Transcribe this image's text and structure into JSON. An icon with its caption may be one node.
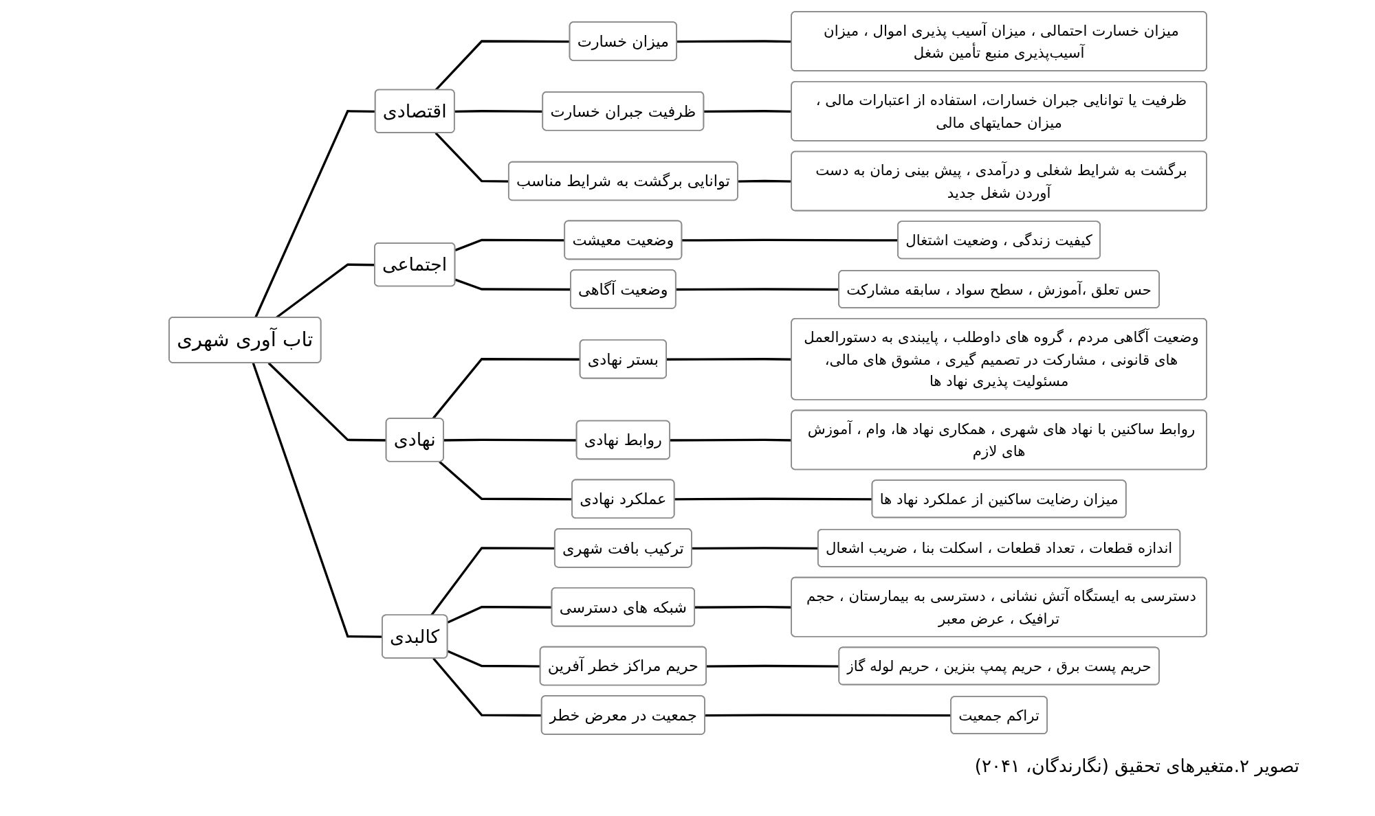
{
  "diagram": {
    "caption": "تصویر ۲.متغیرهای تحقیق (نگارندگان، ۲۰۴۱)",
    "nodes": [
      {
        "text": [
          "تاب آوری شهری"
        ]
      },
      {
        "text": [
          "اقتصادی"
        ]
      },
      {
        "text": [
          "میزان خسارت"
        ]
      },
      {
        "text": [
          "میزان خسارت احتمالی ، میزان آسیب پذیری اموال ، میزان آسیب‌پذیری منبع تأمین شغل"
        ]
      },
      {
        "text": [
          "ظرفیت جبران خسارت"
        ]
      },
      {
        "text": [
          "ظرفیت یا توانایی جبران خسارات، استفاده از اعتبارات مالی ، میزان حمایتهای مالی"
        ]
      },
      {
        "text": [
          "توانایی برگشت به شرایط مناسب"
        ]
      },
      {
        "text": [
          "برگشت به شرایط شغلی و درآمدی ، پیش بینی زمان به دست آوردن شغل جدید"
        ]
      },
      {
        "text": [
          "اجتماعی"
        ]
      },
      {
        "text": [
          "وضعیت معیشت"
        ]
      },
      {
        "text": [
          "کیفیت زندگی ، وضعیت اشتغال"
        ]
      },
      {
        "text": [
          "وضعیت آگاهی"
        ]
      },
      {
        "text": [
          "حس تعلق ،آموزش ، سطح سواد ، سابقه مشارکت"
        ]
      },
      {
        "text": [
          "نهادی"
        ]
      },
      {
        "text": [
          "بستر نهادی"
        ]
      },
      {
        "text": [
          "وضعیت آگاهی مردم ، گروه های داوطلب ، پایبندی به دستورالعمل های قانونی ، مشارکت در تصمیم گیری ، مشوق های مالی، مسئولیت پذیری نهاد ها"
        ]
      },
      {
        "text": [
          "روابط نهادی"
        ]
      },
      {
        "text": [
          "روابط ساکنین با نهاد های شهری ، همکاری نهاد ها، وام ، آموزش های لازم"
        ]
      },
      {
        "text": [
          "عملکرد نهادی"
        ]
      },
      {
        "text": [
          "میزان رضایت ساکنین از عملکرد نهاد ها"
        ]
      },
      {
        "text": [
          "کالبدی"
        ]
      },
      {
        "text": [
          "ترکیب بافت شهری"
        ]
      },
      {
        "text": [
          "اندازه قطعات ، تعداد قطعات ، اسکلت بنا ، ضریب اشعال"
        ]
      },
      {
        "text": [
          "شبکه های دسترسی"
        ]
      },
      {
        "text": [
          "دسترسی به ایستگاه آتش نشانی ، دسترسی به بیمارستان ، حجم ترافیک ، عرض معبر"
        ]
      },
      {
        "text": [
          "حریم مراکز خطر آفرین"
        ]
      },
      {
        "text": [
          "حریم پست برق ، حریم پمپ بنزین ، حریم لوله گاز"
        ]
      },
      {
        "text": [
          "جمعیت در معرض خطر"
        ]
      },
      {
        "text": [
          "تراکم جمعیت"
        ]
      }
    ],
    "edges": [
      {
        "from": 0,
        "to": 1,
        "arrow": "none"
      },
      {
        "from": 0,
        "to": 8,
        "arrow": "none"
      },
      {
        "from": 0,
        "to": 13,
        "arrow": "none"
      },
      {
        "from": 0,
        "to": 20,
        "arrow": "none"
      },
      {
        "from": 1,
        "to": 2,
        "arrow": "none"
      },
      {
        "from": 1,
        "to": 4,
        "arrow": "none"
      },
      {
        "from": 1,
        "to": 6,
        "arrow": "none"
      },
      {
        "from": 2,
        "to": 3,
        "arrow": "none"
      },
      {
        "from": 4,
        "to": 5,
        "arrow": "none"
      },
      {
        "from": 6,
        "to": 7,
        "arrow": "none"
      },
      {
        "from": 8,
        "to": 9,
        "arrow": "none"
      },
      {
        "from": 8,
        "to": 11,
        "arrow": "none"
      },
      {
        "from": 9,
        "to": 10,
        "arrow": "none"
      },
      {
        "from": 11,
        "to": 12,
        "arrow": "none"
      },
      {
        "from": 13,
        "to": 14,
        "arrow": "none"
      },
      {
        "from": 13,
        "to": 16,
        "arrow": "none"
      },
      {
        "from": 13,
        "to": 18,
        "arrow": "none"
      },
      {
        "from": 14,
        "to": 15,
        "arrow": "none"
      },
      {
        "from": 16,
        "to": 17,
        "arrow": "none"
      },
      {
        "from": 18,
        "to": 19,
        "arrow": "none"
      },
      {
        "from": 20,
        "to": 21,
        "arrow": "none"
      },
      {
        "from": 20,
        "to": 23,
        "arrow": "none"
      },
      {
        "from": 20,
        "to": 25,
        "arrow": "none"
      },
      {
        "from": 20,
        "to": 27,
        "arrow": "none"
      },
      {
        "from": 21,
        "to": 22,
        "arrow": "none"
      },
      {
        "from": 23,
        "to": 24,
        "arrow": "none"
      },
      {
        "from": 25,
        "to": 26,
        "arrow": "none"
      },
      {
        "from": 27,
        "to": 28,
        "arrow": "none"
      }
    ]
  }
}
